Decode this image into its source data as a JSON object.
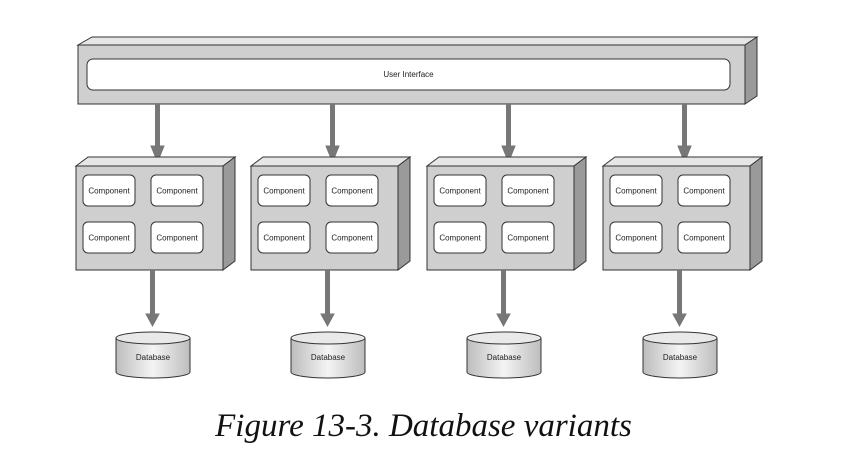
{
  "diagram": {
    "user_interface_label": "User Interface",
    "groups": [
      {
        "components": [
          "Component",
          "Component",
          "Component",
          "Component"
        ],
        "database_label": "Database"
      },
      {
        "components": [
          "Component",
          "Component",
          "Component",
          "Component"
        ],
        "database_label": "Database"
      },
      {
        "components": [
          "Component",
          "Component",
          "Component",
          "Component"
        ],
        "database_label": "Database"
      },
      {
        "components": [
          "Component",
          "Component",
          "Component",
          "Component"
        ],
        "database_label": "Database"
      }
    ],
    "colors": {
      "box_fill": "#cfcfcf",
      "box_top": "#e6e6e6",
      "box_side": "#9a9a9a",
      "inner_fill": "#ffffff",
      "stroke": "#333333",
      "arrow": "#777777"
    }
  },
  "caption": "Figure 13-3. Database variants"
}
